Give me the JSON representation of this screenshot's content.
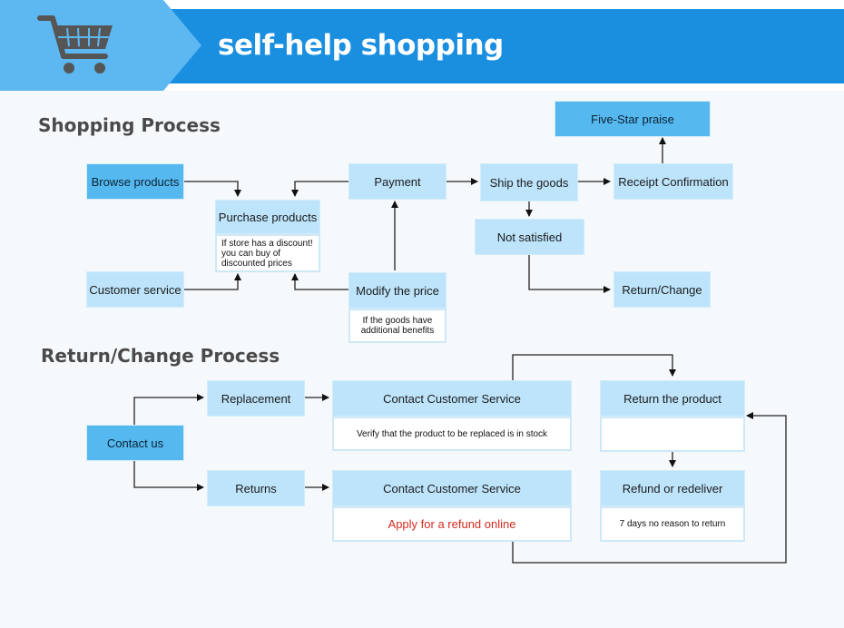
{
  "banner": {
    "title": "self-help shopping",
    "icon": "shopping-cart-icon"
  },
  "shopping": {
    "title": "Shopping Process",
    "browse": "Browse products",
    "purchase": "Purchase products",
    "purchase_note": "If store has a discount! you can buy of discounted prices",
    "customer_service": "Customer service",
    "payment": "Payment",
    "modify_price": "Modify the price",
    "modify_note": "If the goods have additional benefits",
    "ship": "Ship the goods",
    "receipt": "Receipt Confirmation",
    "five_star": "Five-Star praise",
    "not_satisfied": "Not satisfied",
    "return_change": "Return/Change"
  },
  "returns": {
    "title": "Return/Change Process",
    "contact_us": "Contact us",
    "replacement": "Replacement",
    "returns": "Returns",
    "contact_cs_1": "Contact Customer Service",
    "verify_note": "Verify that the product to be replaced is in stock",
    "contact_cs_2": "Contact Customer Service",
    "refund_online": "Apply for a refund online",
    "return_product": "Return the product",
    "refund_redeliver": "Refund or redeliver",
    "seven_days": "7 days no reason to return"
  },
  "colors": {
    "banner_dark": "#1a8fe0",
    "banner_light": "#5db8f2",
    "box_light": "#bde4fb",
    "box_dark": "#55b9ef",
    "alert_red": "#d62a1f"
  }
}
